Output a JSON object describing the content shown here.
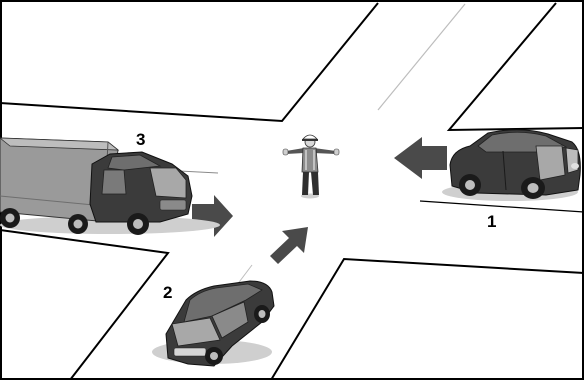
{
  "scene": {
    "labels": {
      "vehicle_1": "1",
      "vehicle_2": "2",
      "vehicle_3": "3"
    },
    "vehicles": [
      {
        "id": "1",
        "kind": "sedan",
        "heading": "west"
      },
      {
        "id": "2",
        "kind": "hatchback",
        "heading": "north-east"
      },
      {
        "id": "3",
        "kind": "box-truck",
        "heading": "east"
      }
    ],
    "controller": {
      "kind": "traffic-police-officer",
      "pose": "arms-outstretched"
    },
    "icons": [
      "arrow-left-icon",
      "arrow-right-icon",
      "arrow-up-right-icon",
      "traffic-officer-icon"
    ],
    "colors": {
      "road_edge": "#000000",
      "background": "#ffffff",
      "vehicle_dark": "#3b3b3b",
      "vehicle_mid": "#6e6e6e",
      "vehicle_light": "#a8a8a8",
      "truck_box": "#9a9a9a",
      "arrow": "#4a4a4a",
      "vest": "#8c8c8c"
    }
  }
}
